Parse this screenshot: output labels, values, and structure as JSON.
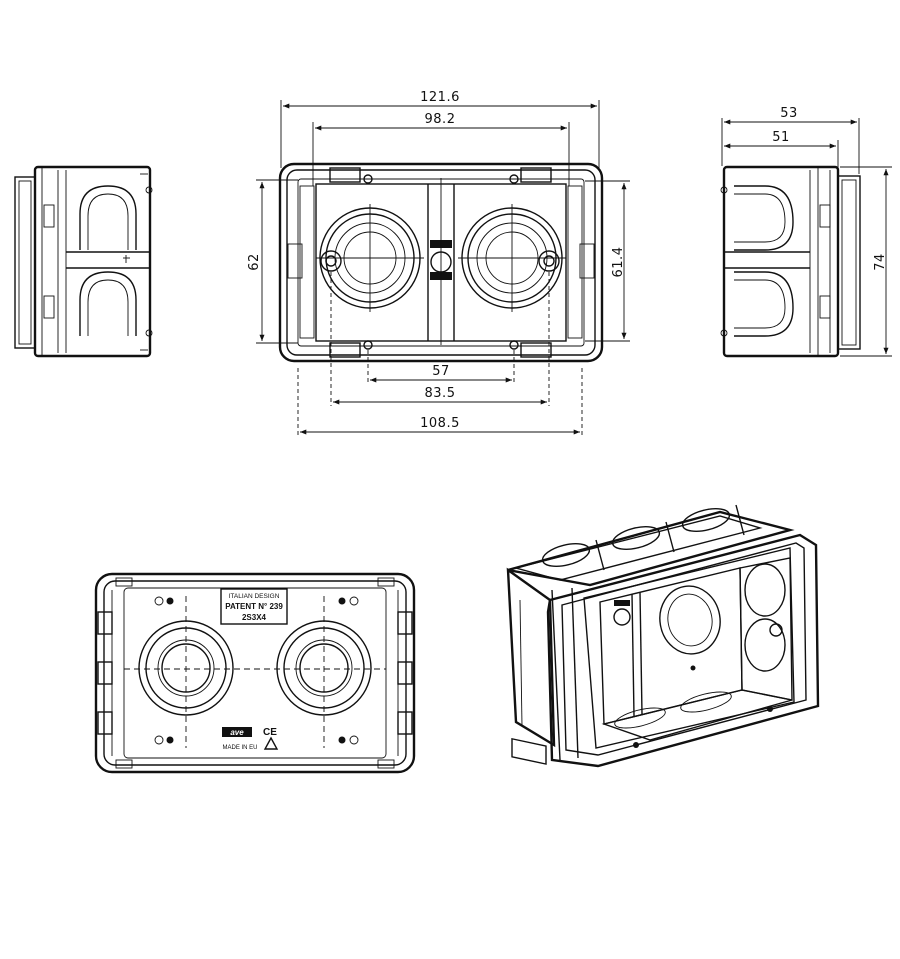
{
  "dimensions": {
    "overall_width": "121.6",
    "inner_width": "98.2",
    "height_left": "62",
    "height_right": "61.4",
    "hole_spacing": "57",
    "mount_spacing": "83.5",
    "body_width": "108.5",
    "depth_outer": "53",
    "depth_inner": "51",
    "side_height": "74"
  },
  "labels": {
    "brand": "ave",
    "brand_lower": "AVE",
    "italian_design": "ITALIAN DESIGN",
    "patent": "PATENT N° 239",
    "model": "2S3X4",
    "ce_mark": "CE",
    "made_in": "MADE IN EU"
  }
}
